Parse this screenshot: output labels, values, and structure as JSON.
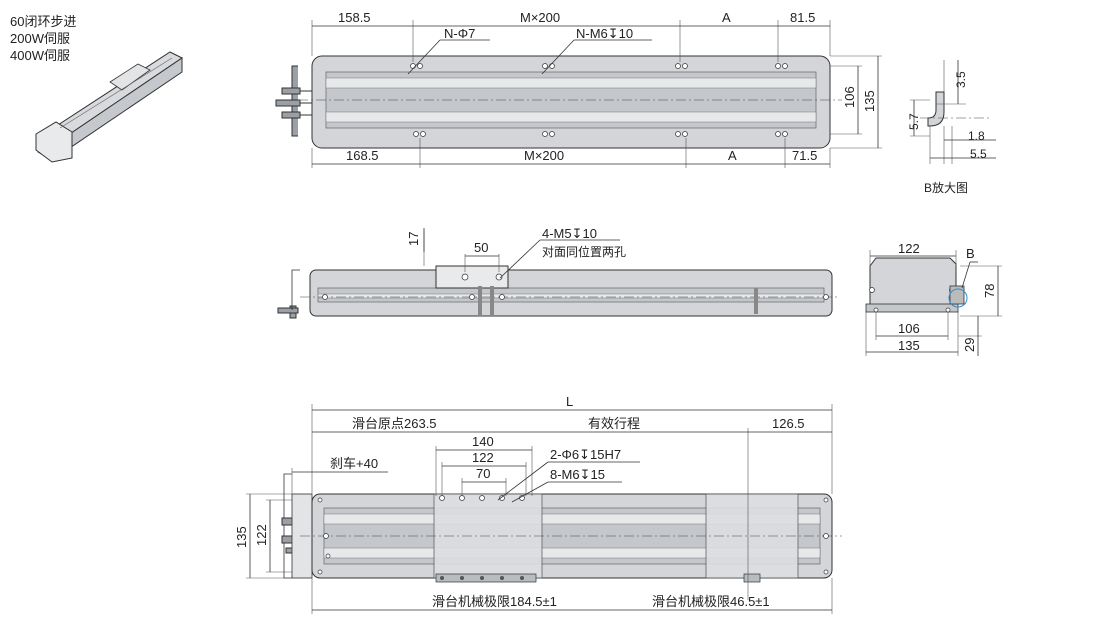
{
  "labels": {
    "model_line1": "60闭环步进",
    "model_line2": "200W伺服",
    "model_line3": "400W伺服",
    "top_dim_158": "158.5",
    "top_dim_m200": "M×200",
    "top_dim_A": "A",
    "top_dim_815": "81.5",
    "top_note_n_phi7": "N-Φ7",
    "top_note_n_m6": "N-M6↧10",
    "top_dim_106": "106",
    "top_dim_135": "135",
    "bot_dim_168": "168.5",
    "bot_dim_m200": "M×200",
    "bot_dim_A": "A",
    "bot_dim_715": "71.5",
    "detail_35": "3.5",
    "detail_57": "5.7",
    "detail_18": "1.8",
    "detail_55": "5.5",
    "detail_title": "B放大图",
    "side_17": "17",
    "side_50": "50",
    "side_note1": "4-M5↧10",
    "side_note2": "对面同位置两孔",
    "end_122": "122",
    "end_B": "B",
    "end_78": "78",
    "end_106": "106",
    "end_135": "135",
    "end_29": "29",
    "plan_L": "L",
    "plan_origin": "滑台原点263.5",
    "plan_effective": "有效行程",
    "plan_1265": "126.5",
    "plan_140": "140",
    "plan_122": "122",
    "plan_70": "70",
    "plan_brake": "刹车+40",
    "plan_note1": "2-Φ6↧15H7",
    "plan_note2": "8-M6↧15",
    "plan_135": "135",
    "plan_122v": "122",
    "plan_limit1": "滑台机械极限184.5±1",
    "plan_limit2": "滑台机械极限46.5±1"
  }
}
